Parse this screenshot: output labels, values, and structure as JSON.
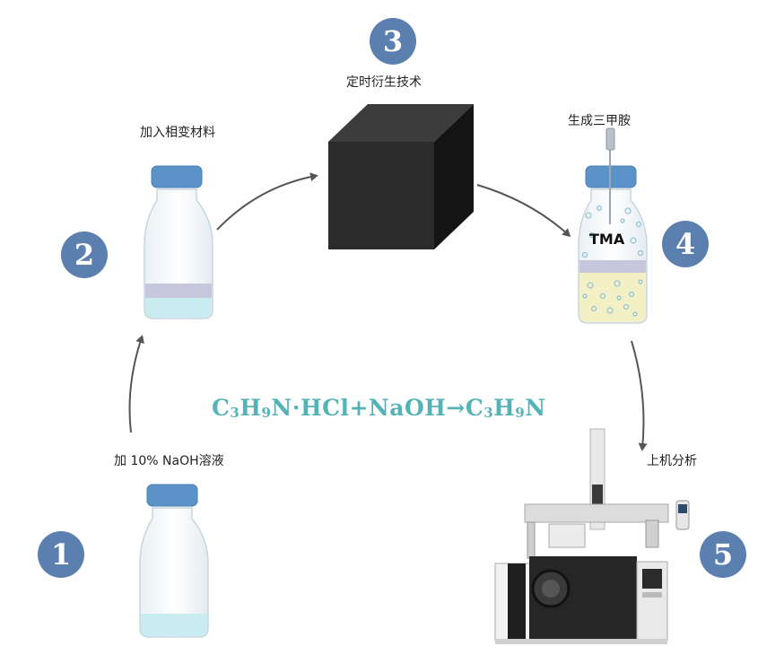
{
  "steps": [
    {
      "number": "1",
      "label": "加 10% NaOH溶液"
    },
    {
      "number": "2",
      "label": "加入相变材料"
    },
    {
      "number": "3",
      "label": "定时衍生技术"
    },
    {
      "number": "4",
      "label": "生成三甲胺"
    },
    {
      "number": "5",
      "label": "上机分析"
    }
  ],
  "vial_4_text": "TMA",
  "equation": {
    "part1": "C",
    "sub1": "3",
    "part2": "H",
    "sub2": "9",
    "part3": "N·HCl+NaOH→C",
    "sub3": "3",
    "part4": "H",
    "sub4": "9",
    "part5": "N"
  },
  "colors": {
    "badge": "#5b7fae",
    "equation": "#55b3b8",
    "vial_cap": "#5b93c8",
    "liquid": "#c9ecf0",
    "phase_layer": "#c6c6dc"
  }
}
